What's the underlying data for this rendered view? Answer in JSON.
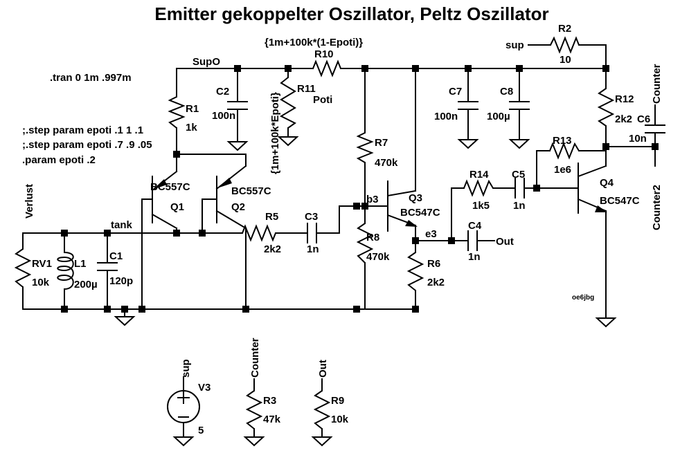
{
  "title": "Emitter gekoppelter Oszillator, Peltz Oszillator",
  "directives": {
    "tran": ".tran 0 1m .997m",
    "step1": ";.step param epoti .1 1 .1",
    "step2": ";.step param epoti .7 .9 .05",
    "param": ".param epoti .2"
  },
  "nets": {
    "supo": "SupO",
    "tank": "tank",
    "b3": "b3",
    "e3": "e3",
    "sup": "sup",
    "out": "Out",
    "counter": "Counter",
    "counter2": "Counter2",
    "verlust": "Verlust"
  },
  "components": {
    "R1": {
      "name": "R1",
      "value": "1k"
    },
    "R2": {
      "name": "R2",
      "value": "10"
    },
    "R3": {
      "name": "R3",
      "value": "47k"
    },
    "R5": {
      "name": "R5",
      "value": "2k2"
    },
    "R6": {
      "name": "R6",
      "value": "2k2"
    },
    "R7": {
      "name": "R7",
      "value": "470k"
    },
    "R8": {
      "name": "R8",
      "value": "470k"
    },
    "R9": {
      "name": "R9",
      "value": "10k"
    },
    "R10": {
      "name": "R10",
      "value": "{1m+100k*(1-Epoti)}"
    },
    "R11": {
      "name": "R11",
      "value": "{1m+100k*Epoti}",
      "extra": "Poti"
    },
    "R12": {
      "name": "R12",
      "value": "2k2"
    },
    "R13": {
      "name": "R13",
      "value": "1e6"
    },
    "R14": {
      "name": "R14",
      "value": "1k5"
    },
    "RV1": {
      "name": "RV1",
      "value": "10k"
    },
    "L1": {
      "name": "L1",
      "value": "200µ"
    },
    "C1": {
      "name": "C1",
      "value": "120p"
    },
    "C2": {
      "name": "C2",
      "value": "100n"
    },
    "C3": {
      "name": "C3",
      "value": "1n"
    },
    "C4": {
      "name": "C4",
      "value": "1n"
    },
    "C5": {
      "name": "C5",
      "value": "1n"
    },
    "C6": {
      "name": "C6",
      "value": "10n"
    },
    "C7": {
      "name": "C7",
      "value": "100n"
    },
    "C8": {
      "name": "C8",
      "value": "100µ"
    },
    "Q1": {
      "name": "Q1",
      "value": "BC557C"
    },
    "Q2": {
      "name": "Q2",
      "value": "BC557C"
    },
    "Q3": {
      "name": "Q3",
      "value": "BC547C"
    },
    "Q4": {
      "name": "Q4",
      "value": "BC547C"
    },
    "V3": {
      "name": "V3",
      "value": "5"
    }
  },
  "signature": "oe6jbg"
}
